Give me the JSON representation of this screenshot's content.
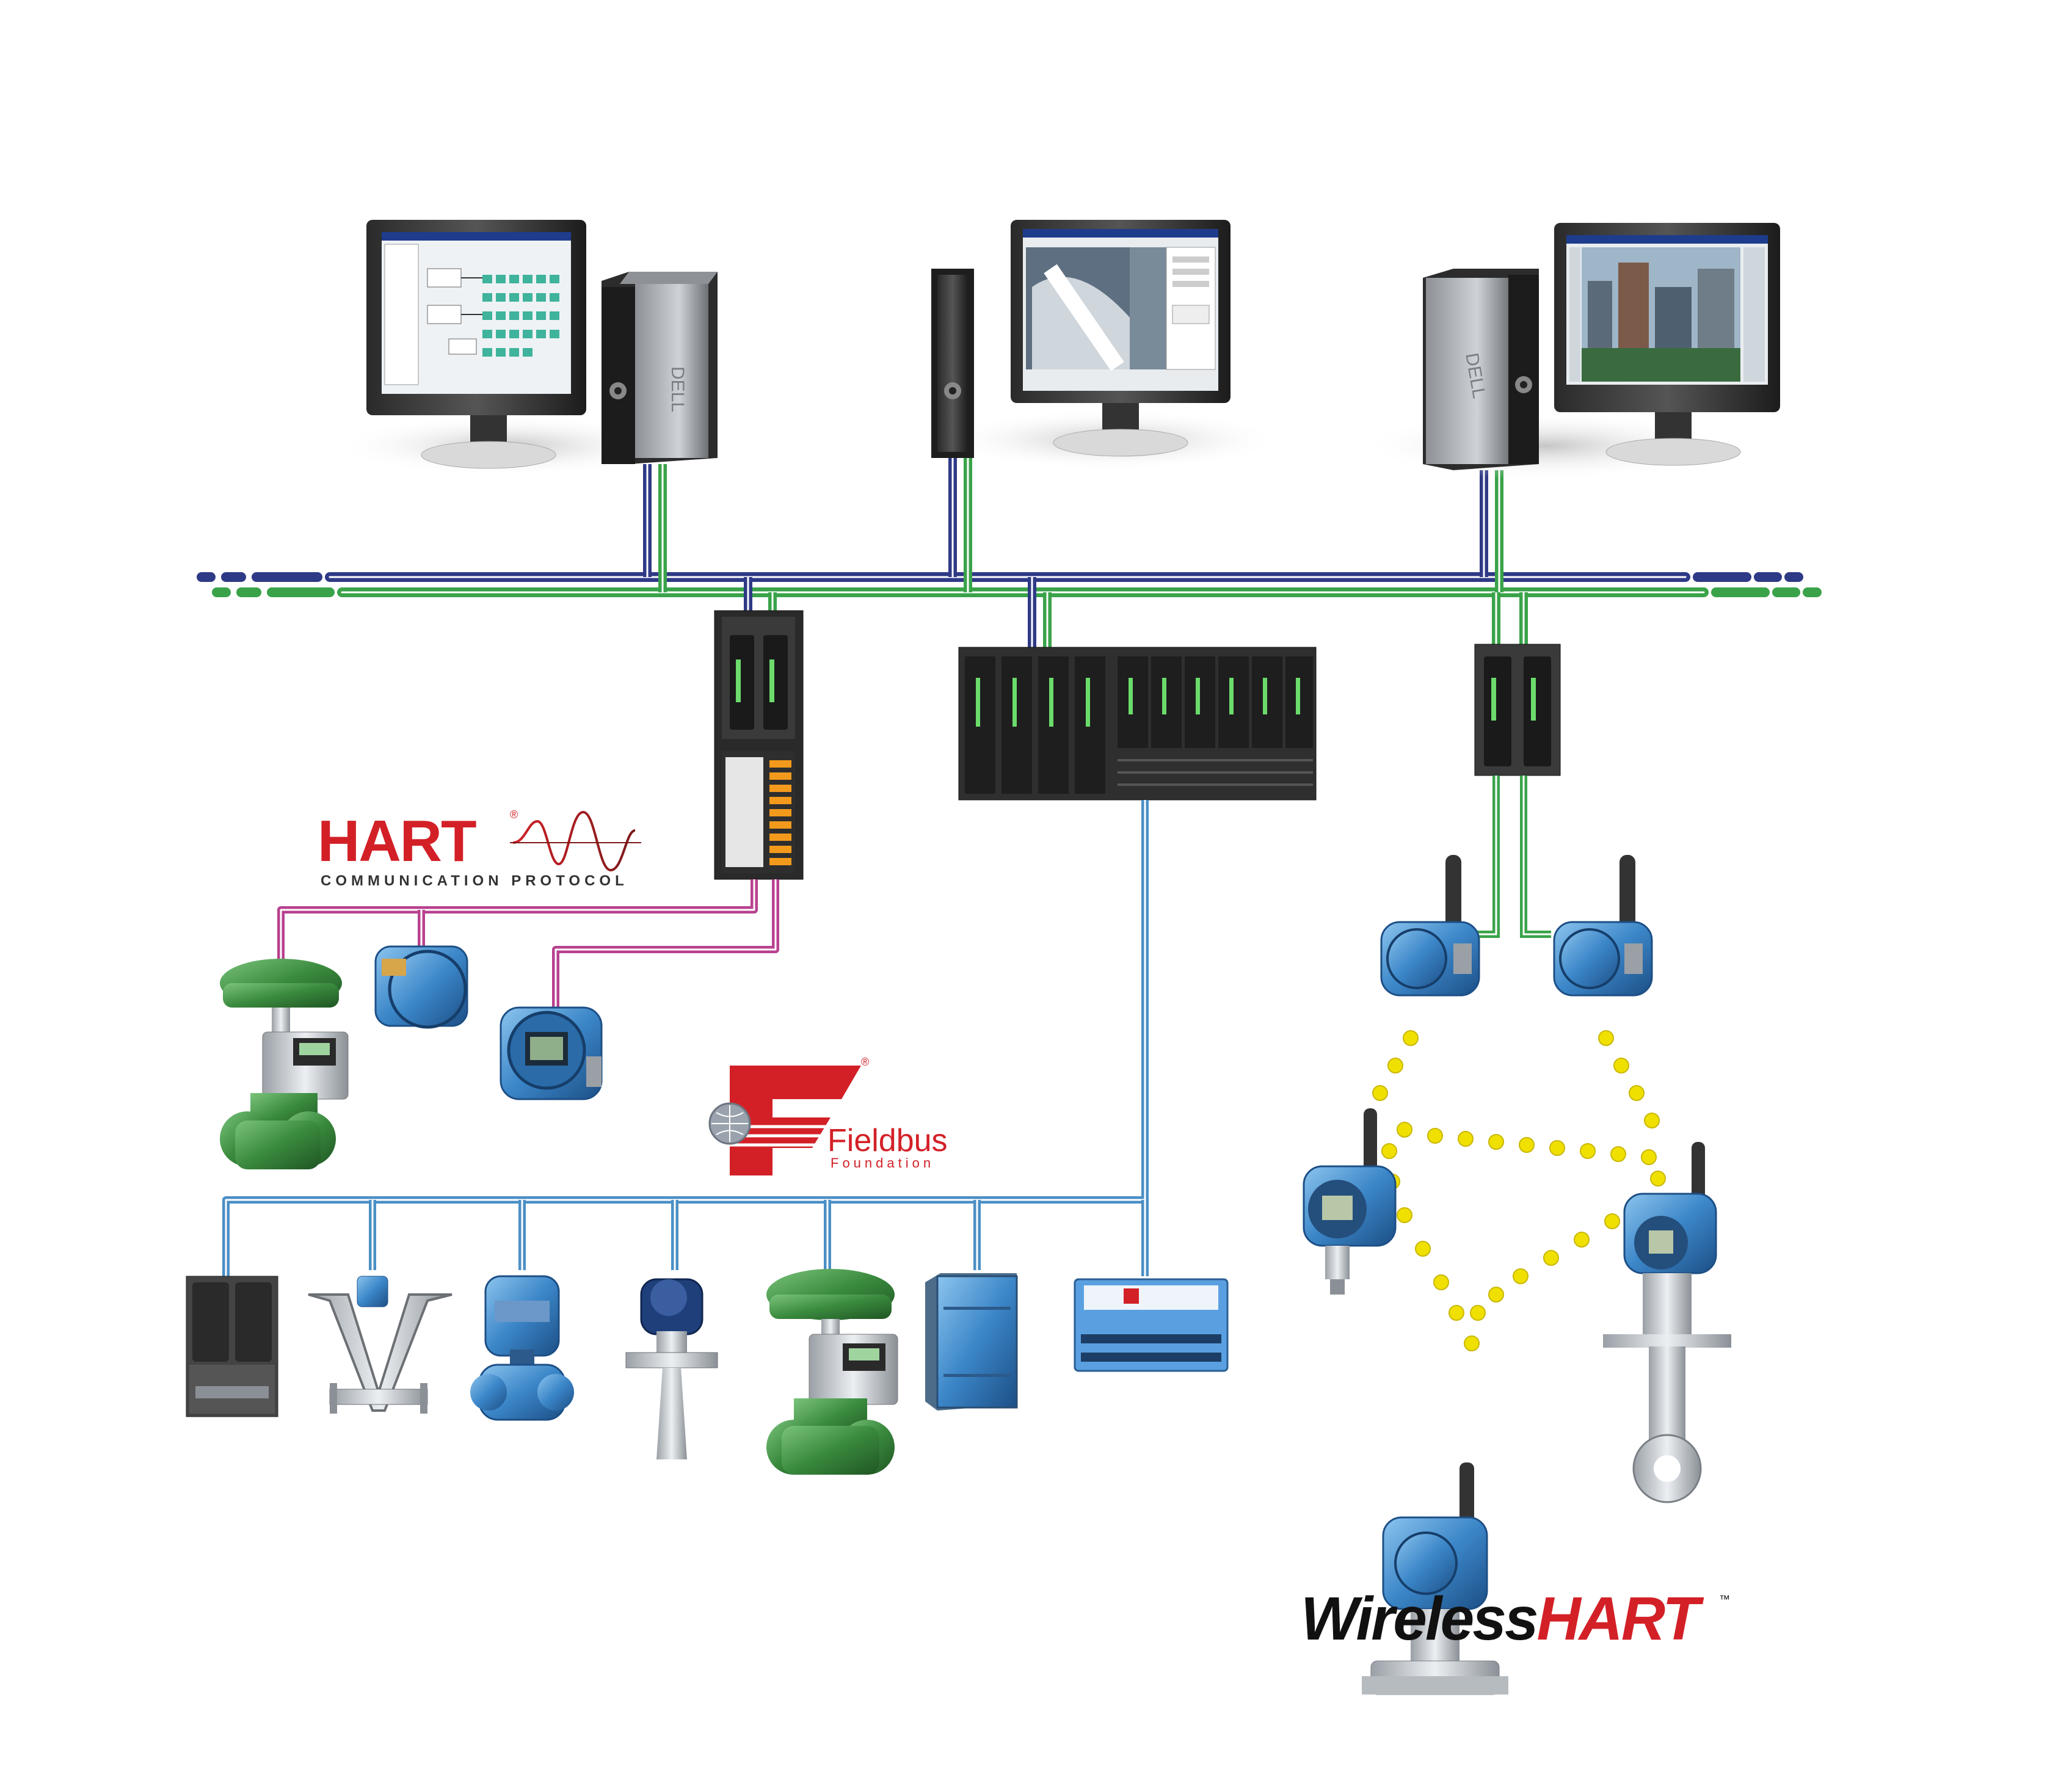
{
  "logos": {
    "hart": {
      "word": "HART",
      "reg": "®",
      "subtitle": "COMMUNICATION PROTOCOL"
    },
    "fieldbus": {
      "word": "Fieldbus",
      "sub": "Foundation",
      "reg": "®"
    },
    "wirelesshart": {
      "part1": "Wireless",
      "part2": "HART",
      "tm": "™"
    }
  },
  "monitors": {
    "brand": "DELL",
    "screens": [
      "engineering-configuration-screen",
      "plant-graphics-screen",
      "plant-photo-screen"
    ]
  },
  "colors": {
    "network_a": "#2f3a86",
    "network_b": "#3aa34a",
    "hart_wire": "#b8418f",
    "fieldbus_wire": "#4a8fc6",
    "mesh_dots": "#f0e000",
    "hart_red": "#d32027",
    "device_blue": "#3b86c8",
    "valve_green": "#3a8a3e"
  }
}
